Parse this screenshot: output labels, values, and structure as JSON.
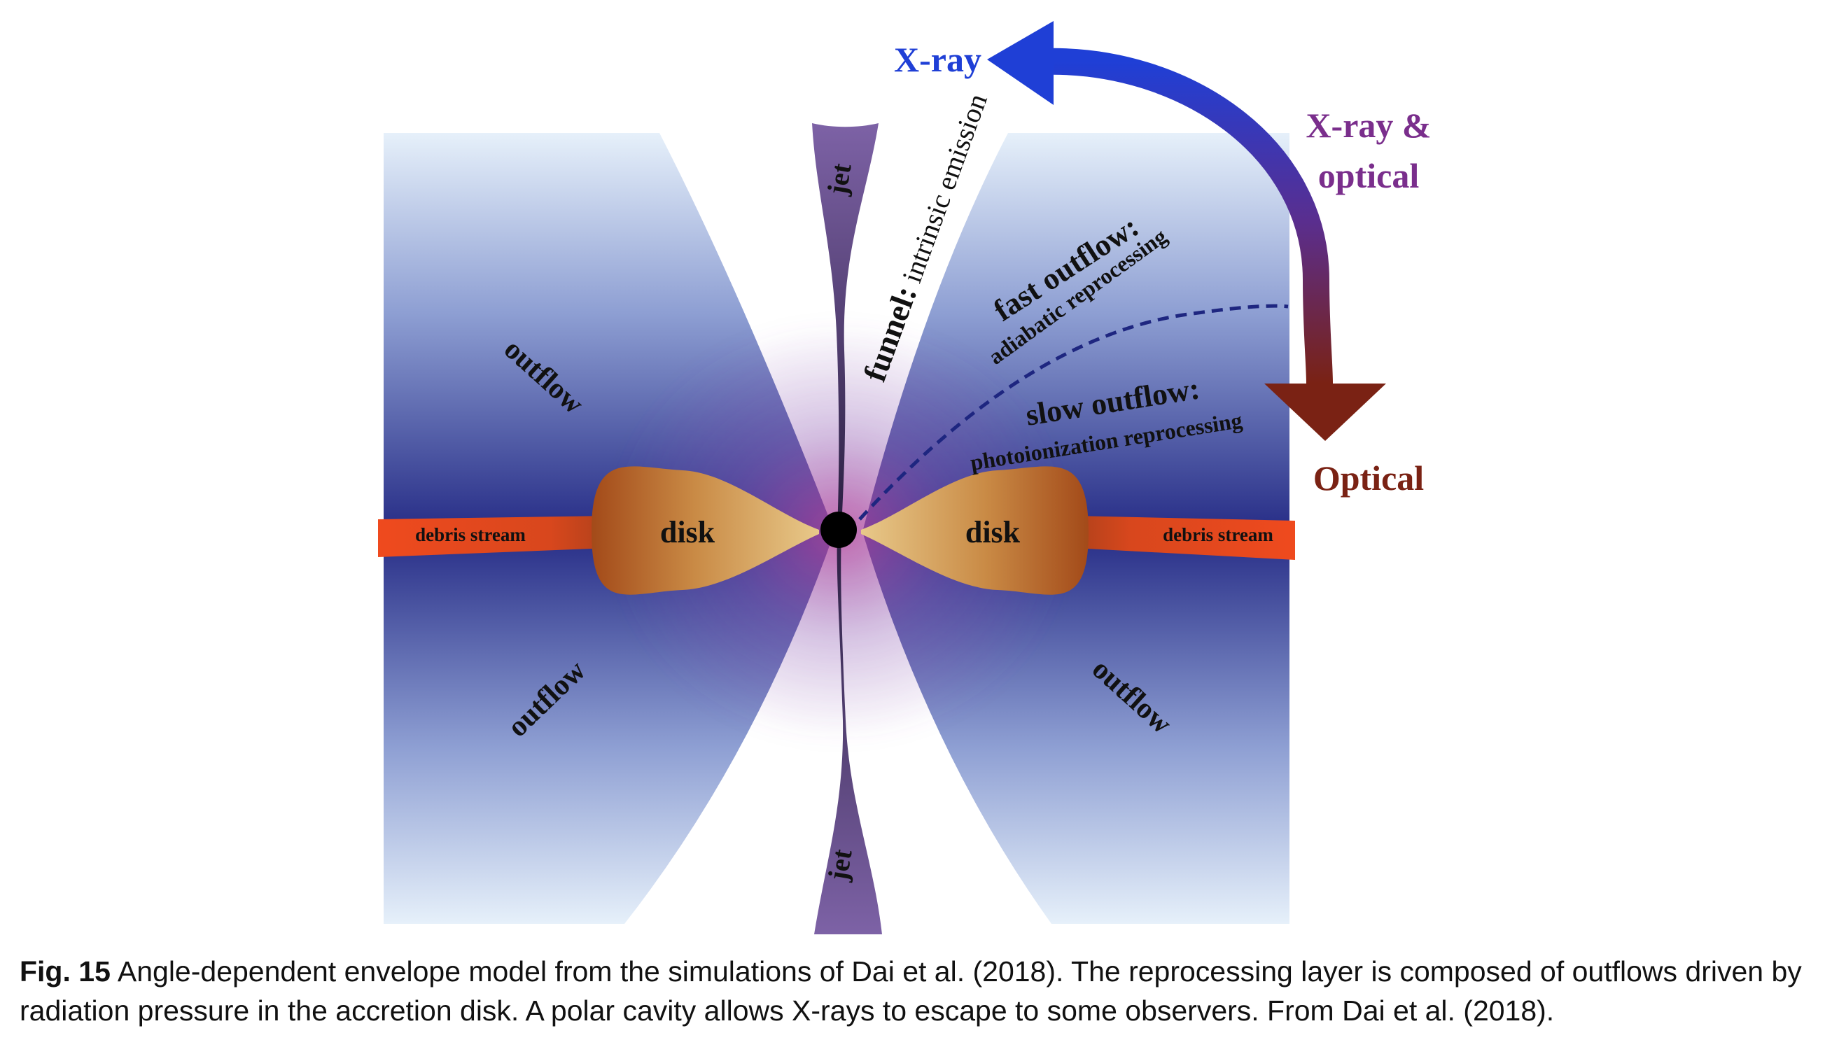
{
  "labels": {
    "xray": "X-ray",
    "xray_optical_line1": "X-ray &",
    "xray_optical_line2": "optical",
    "optical": "Optical",
    "jet_top": "jet",
    "jet_bottom": "jet",
    "funnel_bold": "funnel:",
    "funnel_rest": " intrinsic emission",
    "fast_outflow": "fast outflow:",
    "fast_outflow_sub": "adiabatic reprocessing",
    "slow_outflow": "slow outflow:",
    "slow_outflow_sub": "photoionization reprocessing",
    "outflow_tl": "outflow",
    "outflow_bl": "outflow",
    "outflow_br": "outflow",
    "disk_left": "disk",
    "disk_right": "disk",
    "debris_left": "debris stream",
    "debris_right": "debris stream"
  },
  "caption": {
    "fig_label": "Fig. 15",
    "text": "Angle-dependent envelope model from the simulations of Dai et al. (2018).  The reprocessing layer is composed of outflows driven by radiation pressure in the accretion disk. A polar cavity allows X-rays to escape to some observers. From Dai et al. (2018)."
  },
  "colors": {
    "xray": "#1f3fd6",
    "xray_optical": "#7a2e8c",
    "optical": "#7a2214",
    "envelope_dark": "#262c86",
    "envelope_light": "#e3eef9",
    "debris": "#e8461c",
    "jet": "#6e4f92"
  }
}
